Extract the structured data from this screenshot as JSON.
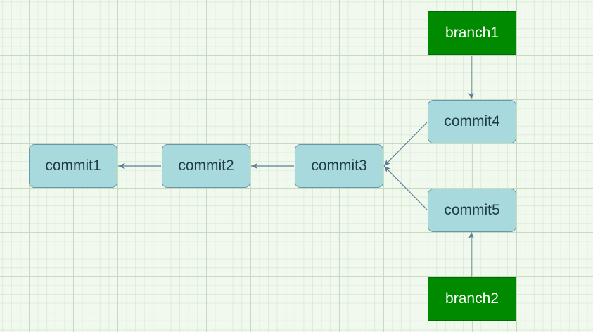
{
  "diagram": {
    "nodes": [
      {
        "id": "commit1",
        "kind": "commit",
        "label": "commit1"
      },
      {
        "id": "commit2",
        "kind": "commit",
        "label": "commit2"
      },
      {
        "id": "commit3",
        "kind": "commit",
        "label": "commit3"
      },
      {
        "id": "commit4",
        "kind": "commit",
        "label": "commit4"
      },
      {
        "id": "commit5",
        "kind": "commit",
        "label": "commit5"
      },
      {
        "id": "branch1",
        "kind": "branch",
        "label": "branch1"
      },
      {
        "id": "branch2",
        "kind": "branch",
        "label": "branch2"
      }
    ],
    "edges": [
      {
        "from": "commit2",
        "to": "commit1"
      },
      {
        "from": "commit3",
        "to": "commit2"
      },
      {
        "from": "commit4",
        "to": "commit3"
      },
      {
        "from": "commit5",
        "to": "commit3"
      },
      {
        "from": "branch1",
        "to": "commit4"
      },
      {
        "from": "branch2",
        "to": "commit5"
      }
    ]
  },
  "colors": {
    "commit_fill": "#a8d9dc",
    "commit_stroke": "#6a97aa",
    "branch_fill": "#008a00",
    "branch_text": "#ffffff",
    "edge": "#5a7f96",
    "grid_background": "#f1f9ee"
  }
}
